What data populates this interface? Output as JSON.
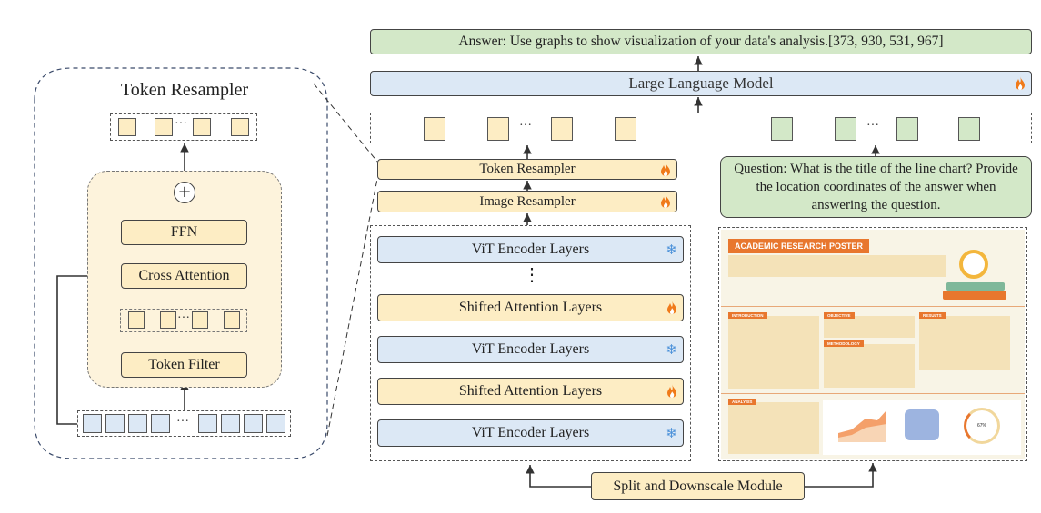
{
  "token_resampler_detail": {
    "title": "Token Resampler",
    "ffn": "FFN",
    "cross_attention": "Cross Attention",
    "token_filter": "Token Filter",
    "ellipsis": "···",
    "plus": "+"
  },
  "main": {
    "answer": "Answer: Use graphs to show visualization of your data's analysis.[373, 930, 531, 967]",
    "llm": "Large Language Model",
    "token_resampler": "Token Resampler",
    "image_resampler": "Image Resampler",
    "question": "Question: What is the title of the line chart? Provide the location coordinates of the answer when answering the question.",
    "layers": [
      "ViT Encoder Layers",
      "Shifted Attention Layers",
      "ViT Encoder Layers",
      "Shifted Attention Layers",
      "ViT Encoder Layers"
    ],
    "vertical_dots": "⋮",
    "ellipsis": "···",
    "split_module": "Split and Downscale Module"
  },
  "poster": {
    "title": "ACADEMIC RESEARCH POSTER",
    "sections": [
      "INTRODUCTION",
      "OBJECTIVE",
      "RESULTS",
      "METHODOLOGY",
      "ANALYSIS"
    ],
    "donut_label": "67%"
  },
  "icons": {
    "trainable": "flame-icon",
    "frozen": "snowflake-icon"
  },
  "colors": {
    "yellow": "#fdedc4",
    "blue": "#dce8f5",
    "green": "#d3e8c8",
    "flame": "#f07a1a",
    "snow": "#4a90d9",
    "poster_accent": "#e8772e"
  }
}
